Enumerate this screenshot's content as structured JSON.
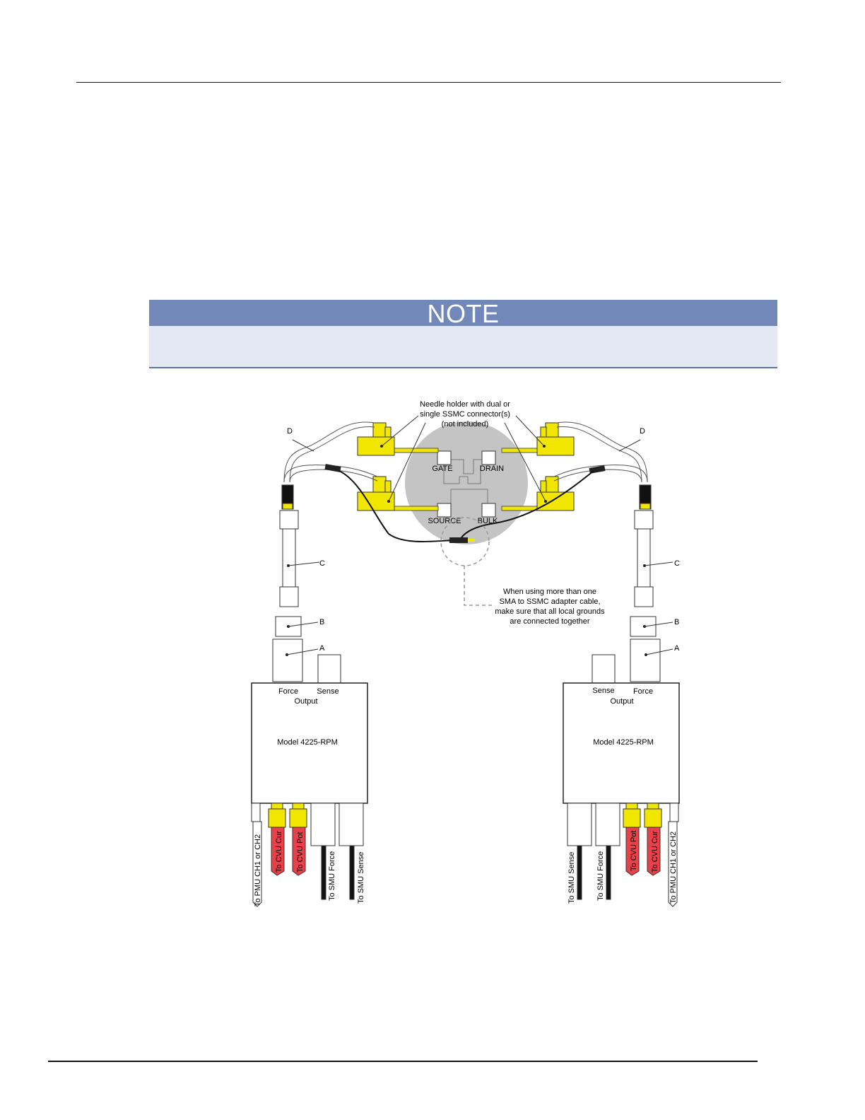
{
  "note": {
    "title": "NOTE"
  },
  "colors": {
    "note_header": "#7288b9",
    "note_body": "#e4e8f2",
    "connector": "#f0e600",
    "cvu_tag": "#e8414a",
    "wafer": "#c4c4c4"
  },
  "figure": {
    "callout_needle": [
      "Needle holder with dual or",
      "single SSMC connector(s)",
      "(not included)"
    ],
    "callout_ground": [
      "When using more than one",
      "SMA to SSMC adapter cable,",
      "make sure that all local grounds",
      "are connected together"
    ],
    "pads": {
      "gate": "GATE",
      "drain": "DRAIN",
      "source": "SOURCE",
      "bulk": "BULK"
    },
    "letters": {
      "a": "A",
      "b": "B",
      "c": "C",
      "d": "D"
    },
    "rpm_left": {
      "force": "Force",
      "sense": "Sense",
      "output": "Output",
      "model": "Model 4225-RPM"
    },
    "rpm_right": {
      "force": "Force",
      "sense": "Sense",
      "output": "Output",
      "model": "Model 4225-RPM"
    },
    "cables_left": [
      "To PMU CH1 or CH2",
      "To CVU Cur",
      "To CVU Pot",
      "To SMU Force",
      "To SMU Sense"
    ],
    "cables_right": [
      "To SMU Sense",
      "To SMU Force",
      "To CVU Pot",
      "To CVU Cur",
      "To PMU CH1 or CH2"
    ]
  }
}
